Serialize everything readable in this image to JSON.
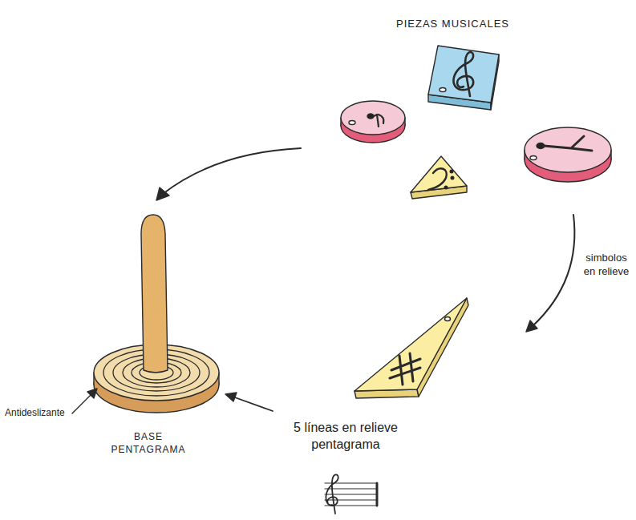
{
  "diagram": {
    "labels": [
      "PIEZAS MUSICALES",
      "simbolos en relieve",
      "Antideslizante",
      "BASE PENTAGRAMA",
      "5 líneas en relieve pentagrama"
    ]
  }
}
